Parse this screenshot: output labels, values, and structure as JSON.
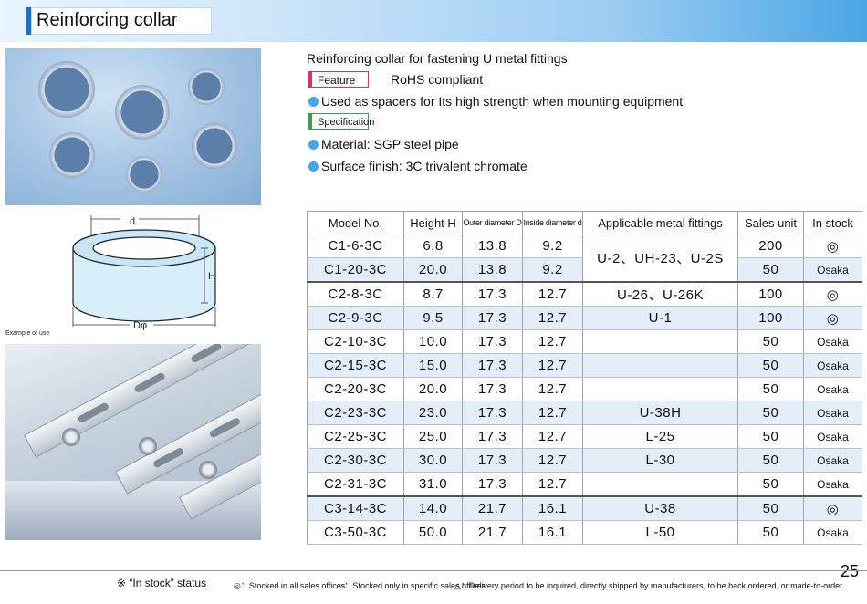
{
  "header": {
    "title": "Reinforcing collar"
  },
  "description": {
    "heading": "Reinforcing collar for fastening U metal fittings",
    "feature_tag": "Feature",
    "feature_text": "RoHS compliant",
    "feature_bullet": "Used as spacers for Its high strength when mounting equipment",
    "spec_tag": "Specification",
    "spec_bullets": [
      "Material: SGP steel pipe",
      "Surface finish: 3C trivalent chromate"
    ]
  },
  "diagram": {
    "d_label": "d",
    "h_label": "H",
    "D_label": "Dφ"
  },
  "example_label": "Example of use",
  "table": {
    "headers": [
      "Model No.",
      "Height H",
      "Outer diameter D",
      "Inside diameter d",
      "Applicable metal fittings",
      "Sales unit",
      "In stock"
    ],
    "rows": [
      {
        "model": "C1-6-3C",
        "h": "6.8",
        "od": "13.8",
        "id": "9.2",
        "fit": "U-2、UH-23、U-2S",
        "unit": "200",
        "stock": "◎"
      },
      {
        "model": "C1-20-3C",
        "h": "20.0",
        "od": "13.8",
        "id": "9.2",
        "fit": "",
        "unit": "50",
        "stock": "Osaka"
      },
      {
        "model": "C2-8-3C",
        "h": "8.7",
        "od": "17.3",
        "id": "12.7",
        "fit": "U-26、U-26K",
        "unit": "100",
        "stock": "◎"
      },
      {
        "model": "C2-9-3C",
        "h": "9.5",
        "od": "17.3",
        "id": "12.7",
        "fit": "U-1",
        "unit": "100",
        "stock": "◎"
      },
      {
        "model": "C2-10-3C",
        "h": "10.0",
        "od": "17.3",
        "id": "12.7",
        "fit": "",
        "unit": "50",
        "stock": "Osaka"
      },
      {
        "model": "C2-15-3C",
        "h": "15.0",
        "od": "17.3",
        "id": "12.7",
        "fit": "",
        "unit": "50",
        "stock": "Osaka"
      },
      {
        "model": "C2-20-3C",
        "h": "20.0",
        "od": "17.3",
        "id": "12.7",
        "fit": "",
        "unit": "50",
        "stock": "Osaka"
      },
      {
        "model": "C2-23-3C",
        "h": "23.0",
        "od": "17.3",
        "id": "12.7",
        "fit": "U-38H",
        "unit": "50",
        "stock": "Osaka"
      },
      {
        "model": "C2-25-3C",
        "h": "25.0",
        "od": "17.3",
        "id": "12.7",
        "fit": "L-25",
        "unit": "50",
        "stock": "Osaka"
      },
      {
        "model": "C2-30-3C",
        "h": "30.0",
        "od": "17.3",
        "id": "12.7",
        "fit": "L-30",
        "unit": "50",
        "stock": "Osaka"
      },
      {
        "model": "C2-31-3C",
        "h": "31.0",
        "od": "17.3",
        "id": "12.7",
        "fit": "",
        "unit": "50",
        "stock": "Osaka"
      },
      {
        "model": "C3-14-3C",
        "h": "14.0",
        "od": "21.7",
        "id": "16.1",
        "fit": "U-38",
        "unit": "50",
        "stock": "◎"
      },
      {
        "model": "C3-50-3C",
        "h": "50.0",
        "od": "21.7",
        "id": "16.1",
        "fit": "L-50",
        "unit": "50",
        "stock": "Osaka"
      }
    ]
  },
  "footer": {
    "status_label": "※ “In stock” status",
    "legend1": "◎：Stocked in all sales offices",
    "legend2": "○：Stocked only in specific sales offices",
    "legend3": "△：Delivery period to be inquired, directly shipped by manufacturers, to be back ordered, or  made-to-order"
  },
  "page_number": "25",
  "colors": {
    "accent_blue": "#1e6fc0",
    "feature_tag": "#d8336a",
    "spec_tag": "#3aa04a",
    "bullet": "#43a7e8",
    "row_shade": "#e3eef8"
  }
}
